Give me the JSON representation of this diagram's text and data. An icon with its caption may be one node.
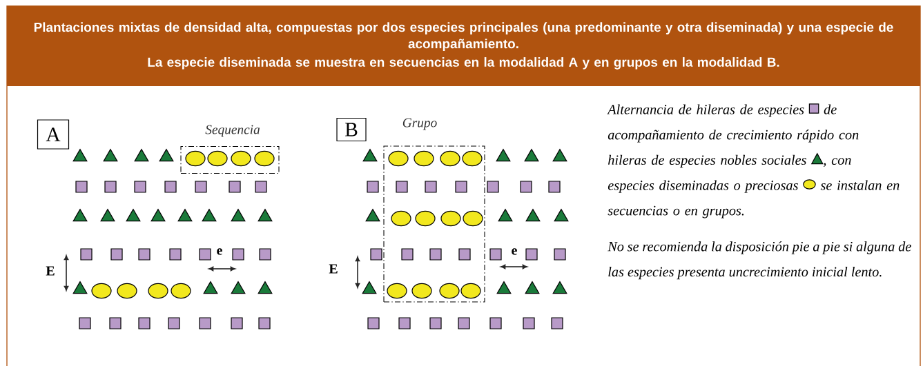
{
  "diagram": {
    "nodes": [
      {
        "text": [
          "Plantaciones mixtas de densidad alta, compuestas por dos especies principales (una predominante y otra diseminada) y una especie de acompañamiento.",
          "La especie diseminada se muestra en secuencias en la modalidad A y en grupos en la modalidad B."
        ]
      },
      {
        "text": [
          "A"
        ]
      },
      {
        "text": [
          "Sequencia"
        ]
      },
      {
        "text": [
          "B"
        ]
      },
      {
        "text": [
          "Grupo"
        ]
      }
    ],
    "labels": [
      "E",
      "e",
      "E",
      "e",
      "Alternancia de hileras de especies",
      "de acompañamiento de crecimiento rápido con hileras de especies nobles sociales",
      ", con especies diseminadas o preciosas",
      "se instalan en secuencias o en grupos.",
      "No se recomienda la disposición pie a pie si alguna de las especies presenta uncrecimiento inicial lento."
    ]
  }
}
